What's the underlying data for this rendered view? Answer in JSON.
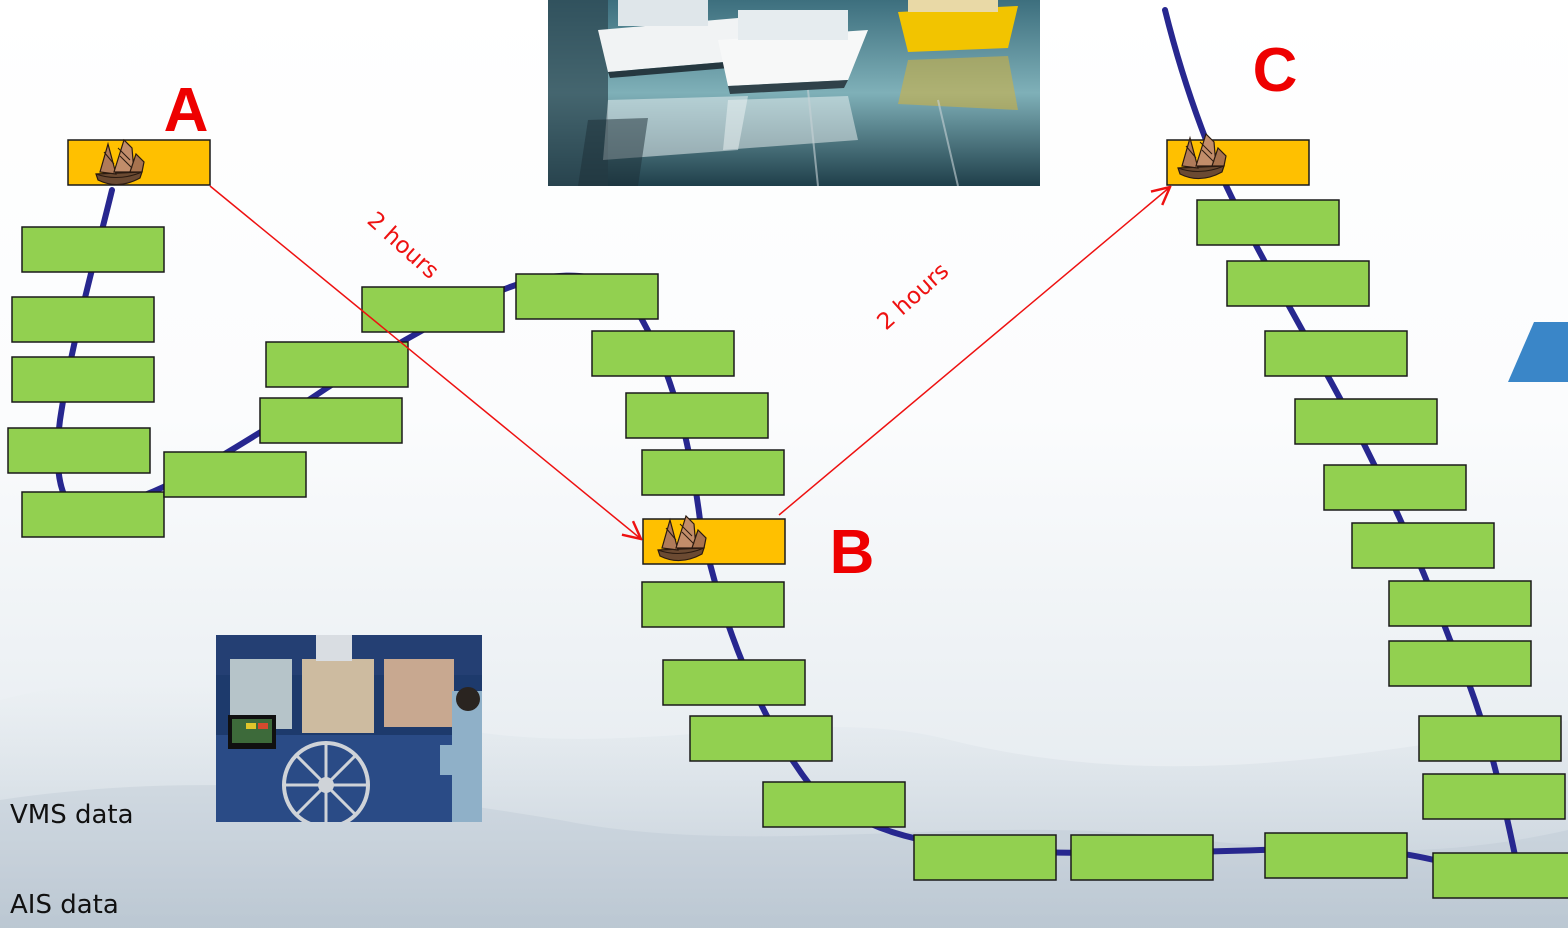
{
  "points": {
    "a": {
      "label": "A"
    },
    "b": {
      "label": "B"
    },
    "c": {
      "label": "C"
    }
  },
  "intervals": [
    {
      "from": "A",
      "to": "B",
      "label": "2 hours"
    },
    {
      "from": "B",
      "to": "C",
      "label": "2 hours"
    }
  ],
  "legend": {
    "vms": "VMS data",
    "ais": "AIS data"
  },
  "colors": {
    "track": "#27278f",
    "ais_box": "#92d050",
    "vms_box": "#ffc000",
    "interval_arrow": "#ee1111",
    "point_label": "#ee0000"
  },
  "images": {
    "harbor": "fishing-boats-photo",
    "bridge": "ship-bridge-photo",
    "vessel": "junk-ship-icon"
  }
}
